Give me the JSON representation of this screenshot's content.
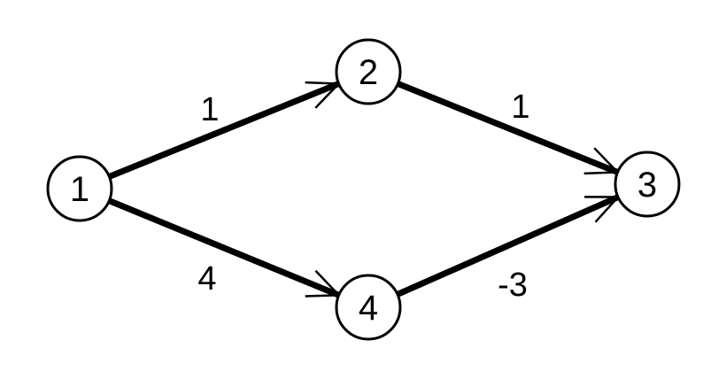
{
  "nodes": [
    {
      "id": "1",
      "label": "1"
    },
    {
      "id": "2",
      "label": "2"
    },
    {
      "id": "3",
      "label": "3"
    },
    {
      "id": "4",
      "label": "4"
    }
  ],
  "edges": [
    {
      "from": "1",
      "to": "2",
      "weight": "1"
    },
    {
      "from": "2",
      "to": "3",
      "weight": "1"
    },
    {
      "from": "1",
      "to": "4",
      "weight": "4"
    },
    {
      "from": "4",
      "to": "3",
      "weight": "-3"
    }
  ],
  "colors": {
    "stroke": "#000000",
    "node_fill": "#ffffff",
    "background": "#ffffff"
  }
}
